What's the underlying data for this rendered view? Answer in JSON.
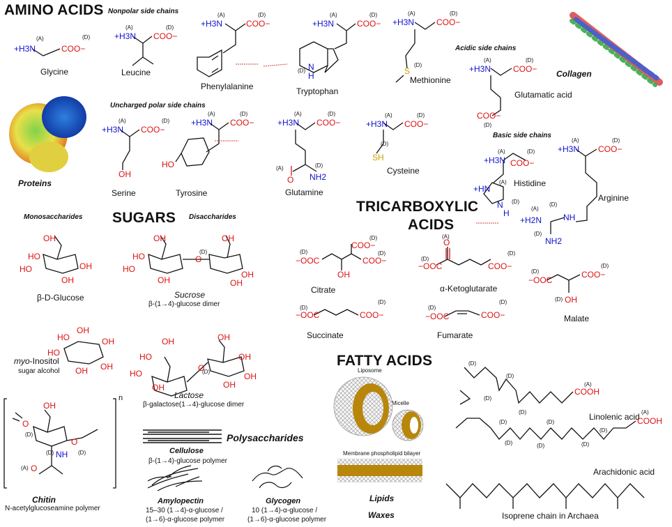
{
  "headers": {
    "amino": "AMINO ACIDS",
    "sugars": "SUGARS",
    "tca_line1": "TRICARBOXYLIC",
    "tca_line2": "ACIDS",
    "fatty": "FATTY ACIDS"
  },
  "subheaders": {
    "nonpolar": "Nonpolar side chains",
    "uncharged": "Uncharged polar side chains",
    "acidic": "Acidic side chains",
    "basic": "Basic side chains",
    "monosaccharides": "Monosaccharides",
    "disaccharides": "Disaccharides"
  },
  "amino_acids": {
    "glycine": "Glycine",
    "leucine": "Leucine",
    "phenylalanine": "Phenylalanine",
    "tryptophan": "Tryptophan",
    "methionine": "Methionine",
    "glutamatic": "Glutamatic acid",
    "serine": "Serine",
    "tyrosine": "Tyrosine",
    "glutamine": "Glutamine",
    "cysteine": "Cysteine",
    "histidine": "Histidine",
    "arginine": "Arginine"
  },
  "side_labels": {
    "collagen": "Collagen",
    "proteins": "Proteins"
  },
  "sugars": {
    "glucose": "β-D-Glucose",
    "sucrose": "Sucrose",
    "sucrose_desc": "β-(1→4)-glucose dimer",
    "inositol_prefix": "myo",
    "inositol_suffix": "-Inositol",
    "inositol_desc": "sugar alcohol",
    "lactose": "Lactose",
    "lactose_desc": "β-galactose(1→4)-glucose dimer",
    "chitin": "Chitin",
    "chitin_desc": "N-acetylglucoseamine polymer",
    "chitin_n": "n"
  },
  "polysaccharides": {
    "title": "Polysaccharides",
    "cellulose": "Cellulose",
    "cellulose_desc": "β-(1→4)-glucose polymer",
    "amylopectin": "Amylopectin",
    "amylopectin_desc1": "15–30 (1→4)-α-glucose /",
    "amylopectin_desc2": "(1→6)-α-glucose polymer",
    "glycogen": "Glycogen",
    "glycogen_desc1": "10 (1→4)-α-glucose /",
    "glycogen_desc2": "(1→6)-α-glucose polymer"
  },
  "tca": {
    "citrate": "Citrate",
    "akg": "α-Ketoglutarate",
    "malate": "Malate",
    "succinate": "Succinate",
    "fumarate": "Fumarate"
  },
  "fatty": {
    "liposome": "Liposome",
    "micelle": "Micelle",
    "bilayer": "Membrane phospholipid bilayer",
    "lipids": "Lipids",
    "waxes": "Waxes",
    "linolenic": "Linolenic acid",
    "arachidonic": "Arachidonic acid",
    "isoprene": "Isoprene chain in Archaea"
  },
  "chem": {
    "A": "(A)",
    "D": "(D)",
    "H3N": "+H3N",
    "COO": "COO−",
    "OOC": "−OOC",
    "OH": "OH",
    "HO": "HO",
    "COOH": "COOH",
    "O": "O",
    "NH2": "NH2",
    "NH": "NH",
    "H2N": "+H2N",
    "HN": "+HN",
    "N": "N",
    "H": "H",
    "S": "S",
    "SH": "SH"
  },
  "colors": {
    "donor_blue": "#1111cc",
    "acceptor_red": "#dd1111",
    "sulfur_yellow": "#c9a300",
    "lipid_gold": "#b8860b"
  }
}
